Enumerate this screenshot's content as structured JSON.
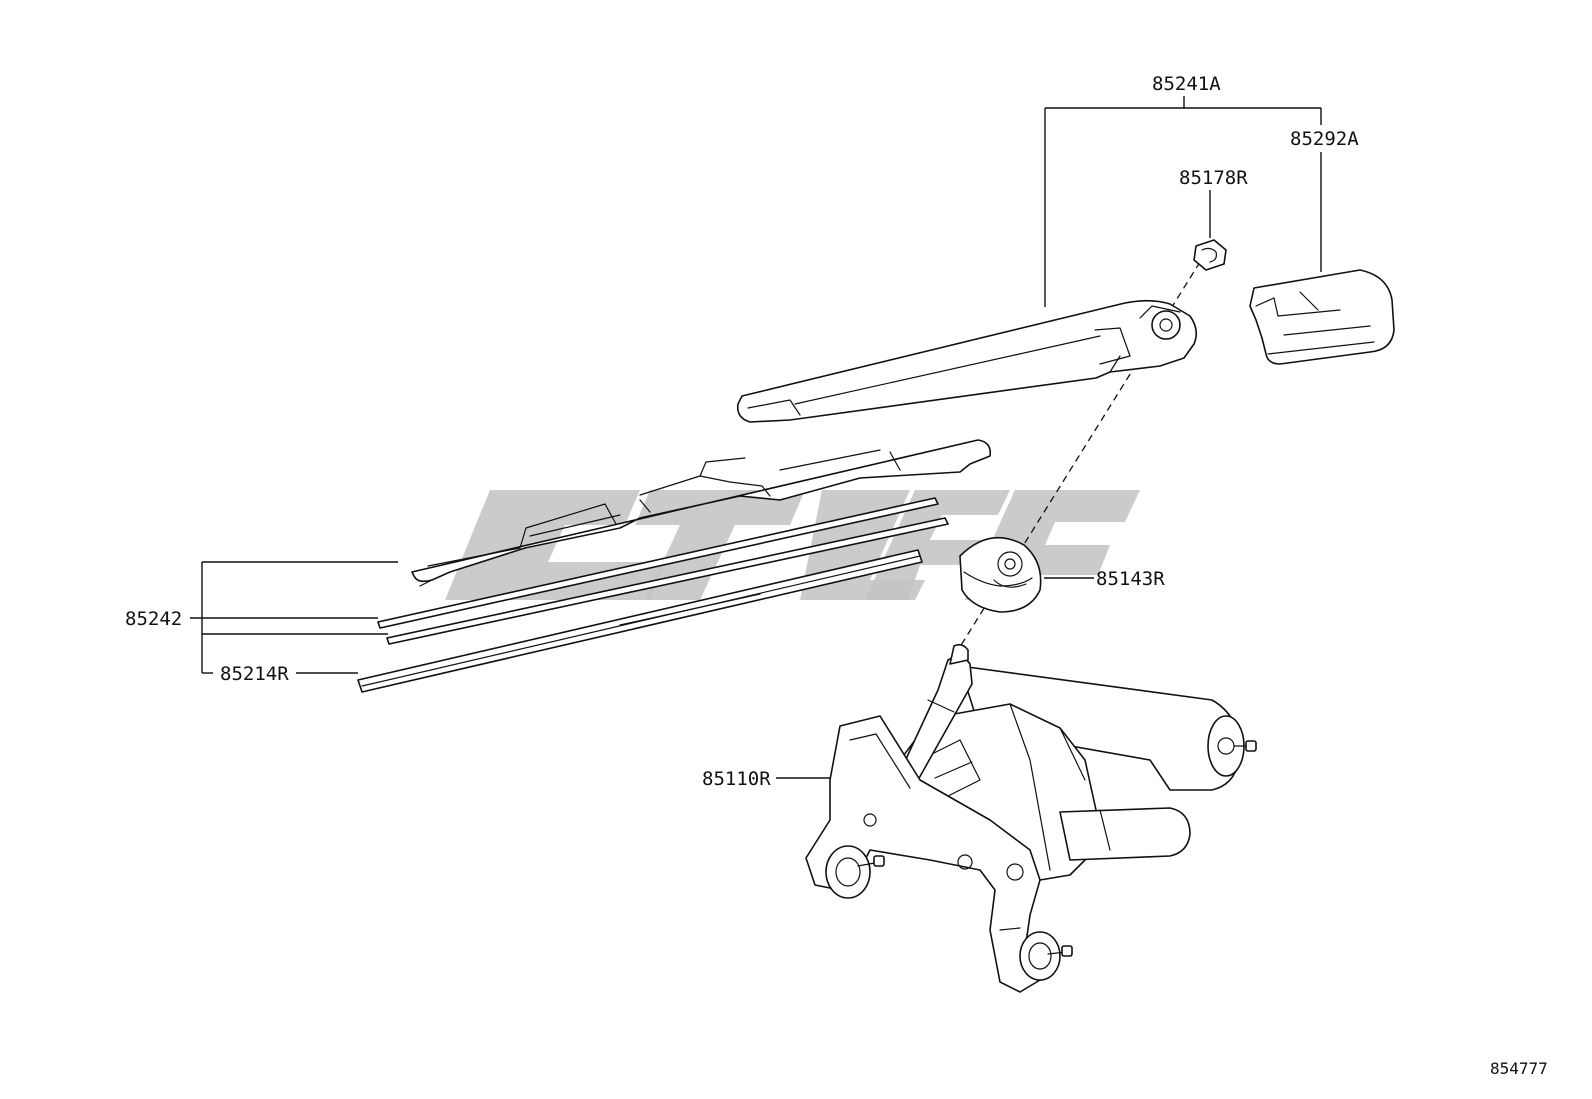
{
  "labels": {
    "arm_assembly": "85241A",
    "arm_cap": "85292A",
    "arm_nut": "85178R",
    "pivot_cap": "85143R",
    "blade_assembly": "85242",
    "blade_rubber": "85214R",
    "motor_assembly": "85110R"
  },
  "reference_number": "854777",
  "colors": {
    "line": "#111111",
    "background": "#ffffff",
    "watermark": "#c4c4c4"
  }
}
